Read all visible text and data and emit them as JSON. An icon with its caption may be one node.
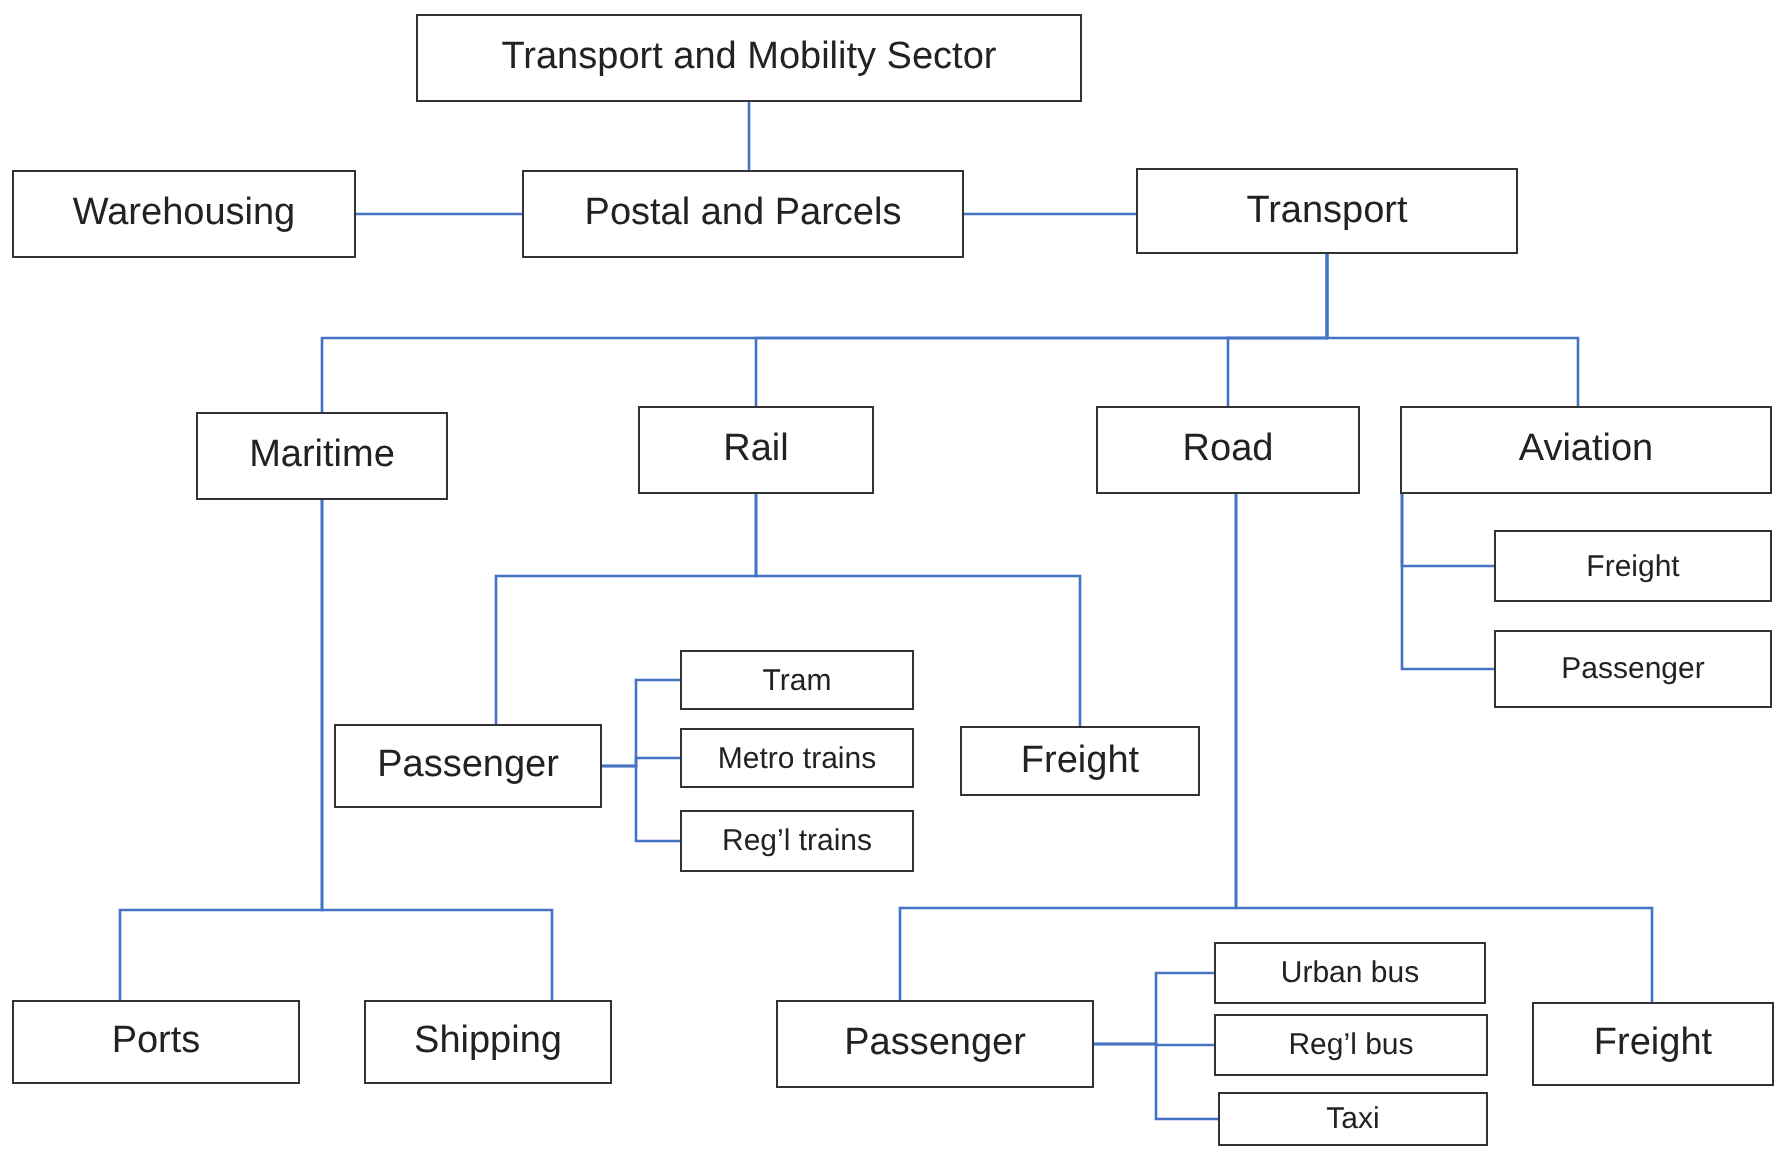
{
  "diagram": {
    "nodes": [
      {
        "text": [
          "Transport and Mobility Sector"
        ]
      },
      {
        "text": [
          "Warehousing"
        ]
      },
      {
        "text": [
          "Postal and Parcels"
        ]
      },
      {
        "text": [
          "Transport"
        ]
      },
      {
        "text": [
          "Maritime"
        ]
      },
      {
        "text": [
          "Rail"
        ]
      },
      {
        "text": [
          "Road"
        ]
      },
      {
        "text": [
          "Aviation"
        ]
      },
      {
        "text": [
          "Freight"
        ]
      },
      {
        "text": [
          "Passenger"
        ]
      },
      {
        "text": [
          "Passenger"
        ]
      },
      {
        "text": [
          "Tram"
        ]
      },
      {
        "text": [
          "Metro trains"
        ]
      },
      {
        "text": [
          "Reg’l trains"
        ]
      },
      {
        "text": [
          "Freight"
        ]
      },
      {
        "text": [
          "Ports"
        ]
      },
      {
        "text": [
          "Shipping"
        ]
      },
      {
        "text": [
          "Passenger"
        ]
      },
      {
        "text": [
          "Urban bus"
        ]
      },
      {
        "text": [
          "Reg’l bus"
        ]
      },
      {
        "text": [
          "Taxi"
        ]
      },
      {
        "text": [
          "Freight"
        ]
      }
    ],
    "edges": [
      {
        "from": 0,
        "to": 2,
        "arrow": "none"
      },
      {
        "from": 2,
        "to": 1,
        "arrow": "none"
      },
      {
        "from": 2,
        "to": 3,
        "arrow": "none"
      },
      {
        "from": 3,
        "to": 4,
        "arrow": "none"
      },
      {
        "from": 3,
        "to": 5,
        "arrow": "none"
      },
      {
        "from": 3,
        "to": 6,
        "arrow": "none"
      },
      {
        "from": 3,
        "to": 7,
        "arrow": "none"
      },
      {
        "from": 7,
        "to": 8,
        "arrow": "none"
      },
      {
        "from": 7,
        "to": 9,
        "arrow": "none"
      },
      {
        "from": 5,
        "to": 10,
        "arrow": "none"
      },
      {
        "from": 5,
        "to": 14,
        "arrow": "none"
      },
      {
        "from": 10,
        "to": 11,
        "arrow": "none"
      },
      {
        "from": 10,
        "to": 12,
        "arrow": "none"
      },
      {
        "from": 10,
        "to": 13,
        "arrow": "none"
      },
      {
        "from": 4,
        "to": 15,
        "arrow": "none"
      },
      {
        "from": 4,
        "to": 16,
        "arrow": "none"
      },
      {
        "from": 6,
        "to": 17,
        "arrow": "none"
      },
      {
        "from": 6,
        "to": 21,
        "arrow": "none"
      },
      {
        "from": 17,
        "to": 18,
        "arrow": "none"
      },
      {
        "from": 17,
        "to": 19,
        "arrow": "none"
      },
      {
        "from": 17,
        "to": 20,
        "arrow": "none"
      }
    ]
  }
}
